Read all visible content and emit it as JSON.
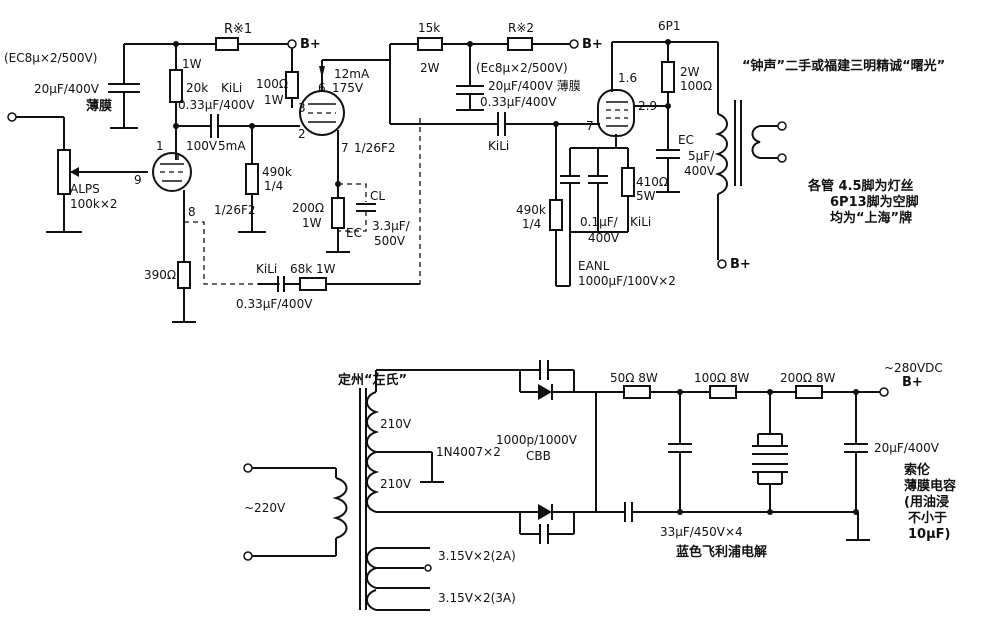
{
  "preamp": {
    "r1_label": "R※1",
    "bplus1": "B+",
    "ec8_top": "(EC8μ×2/500V)",
    "c20u_left": "20μF/400V",
    "film_left": "薄膜",
    "r_1w": "1W",
    "r_20k": "20k",
    "kili_1": "KiLi",
    "c_033_1": "0.33μF/400V",
    "r_100ohm": "100Ω",
    "r_100ohm_1w": "1W",
    "cur_12ma": "12mA",
    "v_175": "175V",
    "pin6": "6",
    "pin3": "3",
    "pin2": "2",
    "pin7": "7",
    "tube_2": "1/26F2",
    "pin1": "1",
    "v_100": "100V",
    "cur_5ma": "5mA",
    "pin9": "9",
    "pot_label": "ALPS",
    "pot_value": "100k×2",
    "pin8": "8",
    "r_490k": "490k",
    "r_490k_w": "1/4",
    "tube_1": "1/26F2",
    "r_390": "390Ω",
    "r_200": "200Ω",
    "r_200_w": "1W",
    "cl": "CL",
    "ec_1": "EC",
    "c_33u": "3.3μF/",
    "c_33u_v": "500V",
    "kili_2": "KiLi",
    "r_68k": "68k 1W",
    "c_033_2": "0.33μF/400V"
  },
  "output": {
    "r_15k": "15k",
    "r_15k_w": "2W",
    "r2_label": "R※2",
    "bplus2": "B+",
    "ec8_mid": "(Ec8μ×2/500V)",
    "c20u_mid": "20μF/400V 薄膜",
    "c_033_3": "0.33μF/400V",
    "kili_3": "KiLi",
    "tube_6p1": "6P1",
    "pin16": "1.6",
    "pin29": "2.9",
    "pin7b": "7",
    "r_2w": "2W",
    "r_100b": "100Ω",
    "ec_2": "EC",
    "c_5u": "5μF/",
    "c_5u_v": "400V",
    "r_490k_b": "490k",
    "r_490k_b_w": "1/4",
    "r_410": "410Ω",
    "r_410_w": "5W",
    "c_01u": "0.1μF/",
    "c_01u_v": "400V",
    "kili_4": "KiLi",
    "eanl": "EANL",
    "eanl_val": "1000μF/100V×2",
    "bplus3": "B+",
    "xfmr_note": "“钟声”二手或福建三明精诚“曙光”",
    "note1": "各管 4.5脚为灯丝",
    "note2": "6P13脚为空脚",
    "note3": "均为“上海”牌"
  },
  "psu": {
    "xfmr_brand": "定州“左氏”",
    "v210_a": "210V",
    "v210_b": "210V",
    "diode": "1N4007×2",
    "mains": "~220V",
    "heater_a": "3.15V×2(2A)",
    "heater_b": "3.15V×2(3A)",
    "cbb": "1000p/1000V",
    "cbb_type": "CBB",
    "r_50": "50Ω 8W",
    "r_100c": "100Ω 8W",
    "r_200c": "200Ω 8W",
    "out_v": "~280VDC",
    "bplus4": "B+",
    "c_20u_psu": "20μF/400V",
    "sony1": "索伦",
    "sony2": "薄膜电容",
    "sony3": "(用油浸",
    "sony4": "不小于",
    "sony5": "10μF)",
    "c_33u_psu": "33μF/450V×4",
    "philips": "蓝色飞利浦电解"
  }
}
